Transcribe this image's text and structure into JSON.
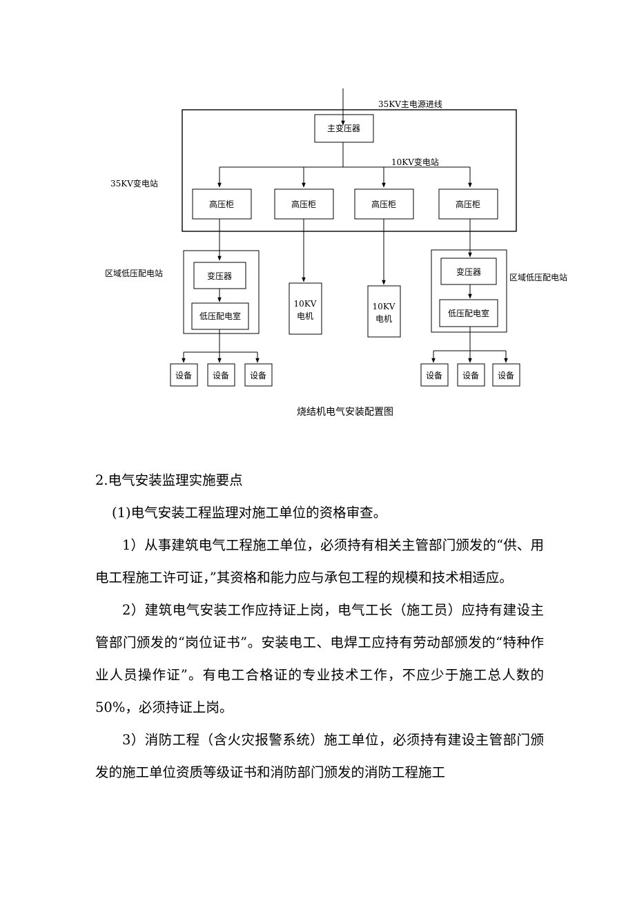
{
  "diagram": {
    "incoming_label": "35KV主电源进线",
    "substation_label": "35KV变电站",
    "main_transformer": "主变压器",
    "sub10kv_label": "10KV变电站",
    "hv_cabinet": "高压柜",
    "region_label_left": "区域低压配电站",
    "region_label_right": "区域低压配电站",
    "transformer": "变压器",
    "lv_room": "低压配电室",
    "motor_line1": "10KV",
    "motor_line2": "电机",
    "equipment": "设备",
    "caption": "烧结机电气安装配置图"
  },
  "content": {
    "heading": "2.电气安装监理实施要点",
    "sub_heading": "(1)电气安装工程监理对施工单位的资格审查。",
    "item1": "1）从事建筑电气工程施工单位，必须持有相关主管部门颁发的“供、用电工程施工许可证，”其资格和能力应与承包工程的规模和技术相适应。",
    "item2": "2）建筑电气安装工作应持证上岗，电气工长（施工员）应持有建设主管部门颁发的“岗位证书”。安装电工、电焊工应持有劳动部颁发的“特种作业人员操作证”。有电工合格证的专业技术工作，不应少于施工总人数的50%，必须持证上岗。",
    "item3": "3）消防工程（含火灾报警系统）施工单位，必须持有建设主管部门颁发的施工单位资质等级证书和消防部门颁发的消防工程施工"
  }
}
